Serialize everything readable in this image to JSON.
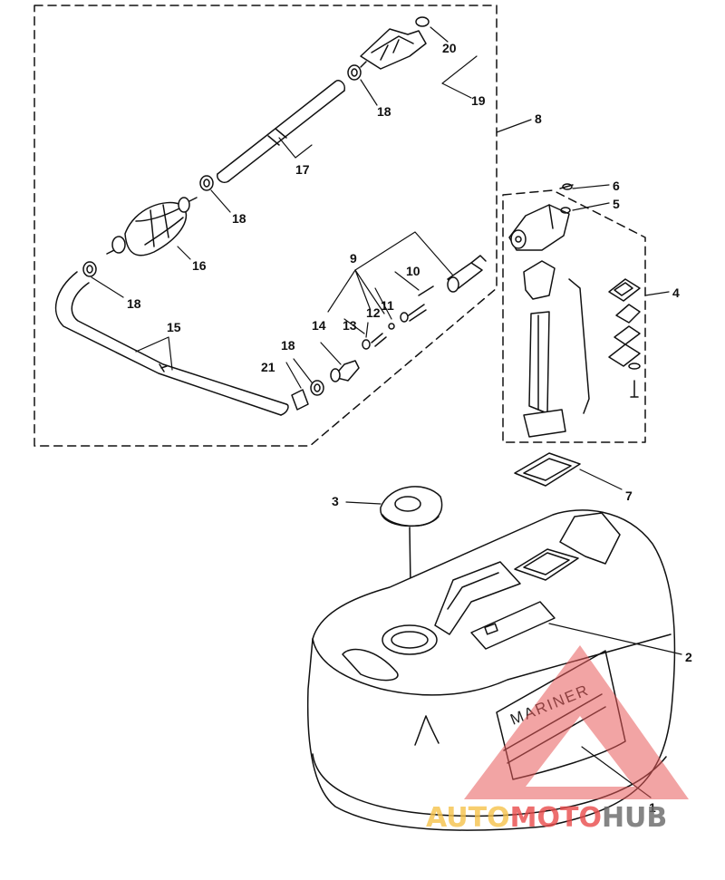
{
  "diagram": {
    "callouts": [
      {
        "id": "c1",
        "text": "1"
      },
      {
        "id": "c2",
        "text": "2"
      },
      {
        "id": "c3",
        "text": "3"
      },
      {
        "id": "c4",
        "text": "4"
      },
      {
        "id": "c5",
        "text": "5"
      },
      {
        "id": "c6",
        "text": "6"
      },
      {
        "id": "c7",
        "text": "7"
      },
      {
        "id": "c8",
        "text": "8"
      },
      {
        "id": "c9",
        "text": "9"
      },
      {
        "id": "c10",
        "text": "10"
      },
      {
        "id": "c11",
        "text": "11"
      },
      {
        "id": "c12",
        "text": "12"
      },
      {
        "id": "c13",
        "text": "13"
      },
      {
        "id": "c14",
        "text": "14"
      },
      {
        "id": "c15",
        "text": "15"
      },
      {
        "id": "c16",
        "text": "16"
      },
      {
        "id": "c17",
        "text": "17"
      },
      {
        "id": "c18a",
        "text": "18"
      },
      {
        "id": "c18b",
        "text": "18"
      },
      {
        "id": "c18c",
        "text": "18"
      },
      {
        "id": "c18d",
        "text": "18"
      },
      {
        "id": "c19",
        "text": "19"
      },
      {
        "id": "c20",
        "text": "20"
      },
      {
        "id": "c21",
        "text": "21"
      }
    ],
    "tank_label": "MARINER"
  },
  "watermark": {
    "part1": "AUTO",
    "part2": "MOTO",
    "part3": "HUB",
    "colors": {
      "auto": "#f5c24a",
      "moto": "#e84a4a",
      "hub": "#666666",
      "triangle": "#e85a5a"
    }
  }
}
